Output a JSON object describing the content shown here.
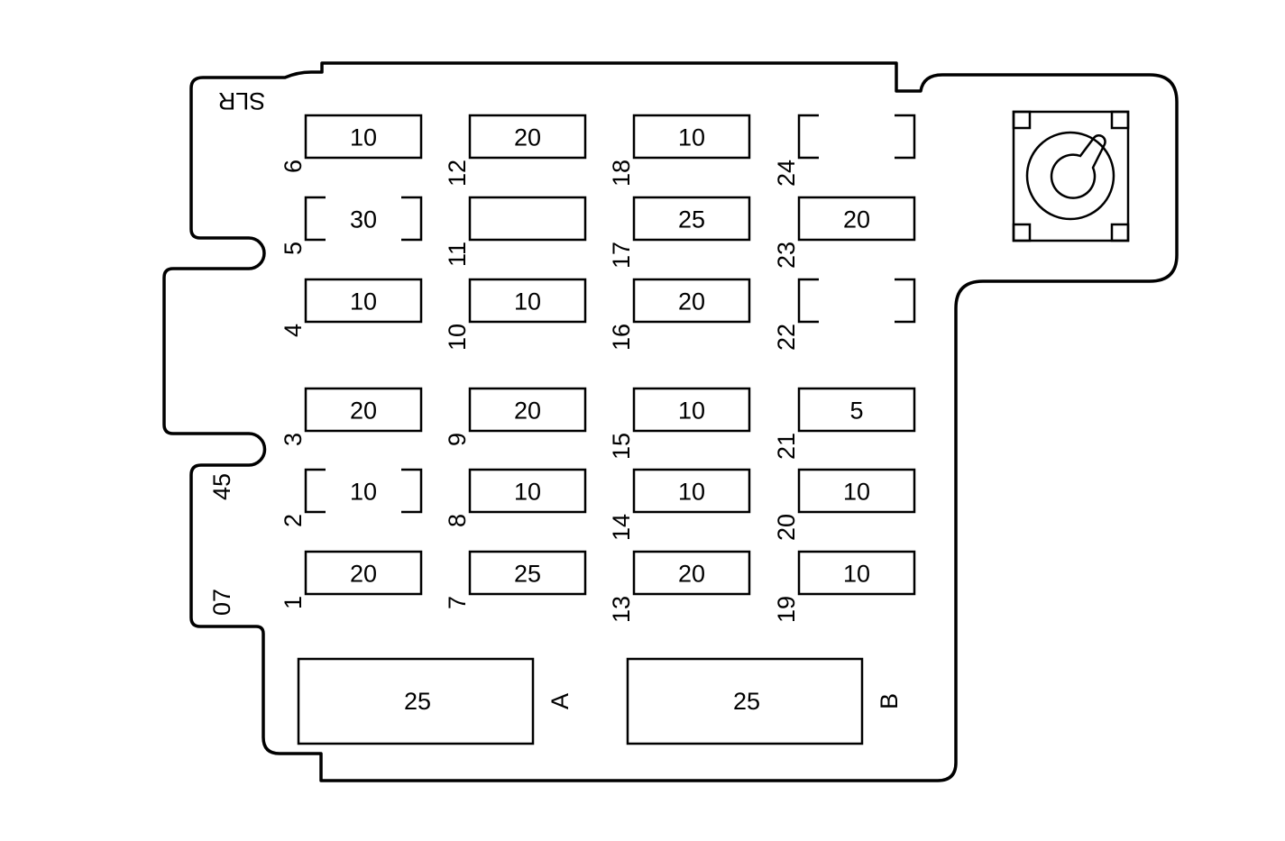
{
  "panel": {
    "corner_label": "SLR",
    "side_codes": [
      "45",
      "07"
    ]
  },
  "fuses": [
    {
      "slot": "1",
      "rating": "20",
      "style": "closed"
    },
    {
      "slot": "2",
      "rating": "10",
      "style": "open"
    },
    {
      "slot": "3",
      "rating": "20",
      "style": "closed"
    },
    {
      "slot": "4",
      "rating": "10",
      "style": "closed"
    },
    {
      "slot": "5",
      "rating": "30",
      "style": "open"
    },
    {
      "slot": "6",
      "rating": "10",
      "style": "closed"
    },
    {
      "slot": "7",
      "rating": "25",
      "style": "closed"
    },
    {
      "slot": "8",
      "rating": "10",
      "style": "closed"
    },
    {
      "slot": "9",
      "rating": "20",
      "style": "closed"
    },
    {
      "slot": "10",
      "rating": "10",
      "style": "closed"
    },
    {
      "slot": "11",
      "rating": "",
      "style": "closed"
    },
    {
      "slot": "12",
      "rating": "20",
      "style": "closed"
    },
    {
      "slot": "13",
      "rating": "20",
      "style": "closed"
    },
    {
      "slot": "14",
      "rating": "10",
      "style": "closed"
    },
    {
      "slot": "15",
      "rating": "10",
      "style": "closed"
    },
    {
      "slot": "16",
      "rating": "20",
      "style": "closed"
    },
    {
      "slot": "17",
      "rating": "25",
      "style": "closed"
    },
    {
      "slot": "18",
      "rating": "10",
      "style": "closed"
    },
    {
      "slot": "19",
      "rating": "10",
      "style": "closed"
    },
    {
      "slot": "20",
      "rating": "10",
      "style": "closed"
    },
    {
      "slot": "21",
      "rating": "5",
      "style": "closed"
    },
    {
      "slot": "22",
      "rating": "",
      "style": "open"
    },
    {
      "slot": "23",
      "rating": "20",
      "style": "closed"
    },
    {
      "slot": "24",
      "rating": "",
      "style": "open"
    }
  ],
  "relays": [
    {
      "label": "A",
      "rating": "25"
    },
    {
      "label": "B",
      "rating": "25"
    }
  ],
  "connector": {
    "icon": "rotary-connector-icon"
  }
}
